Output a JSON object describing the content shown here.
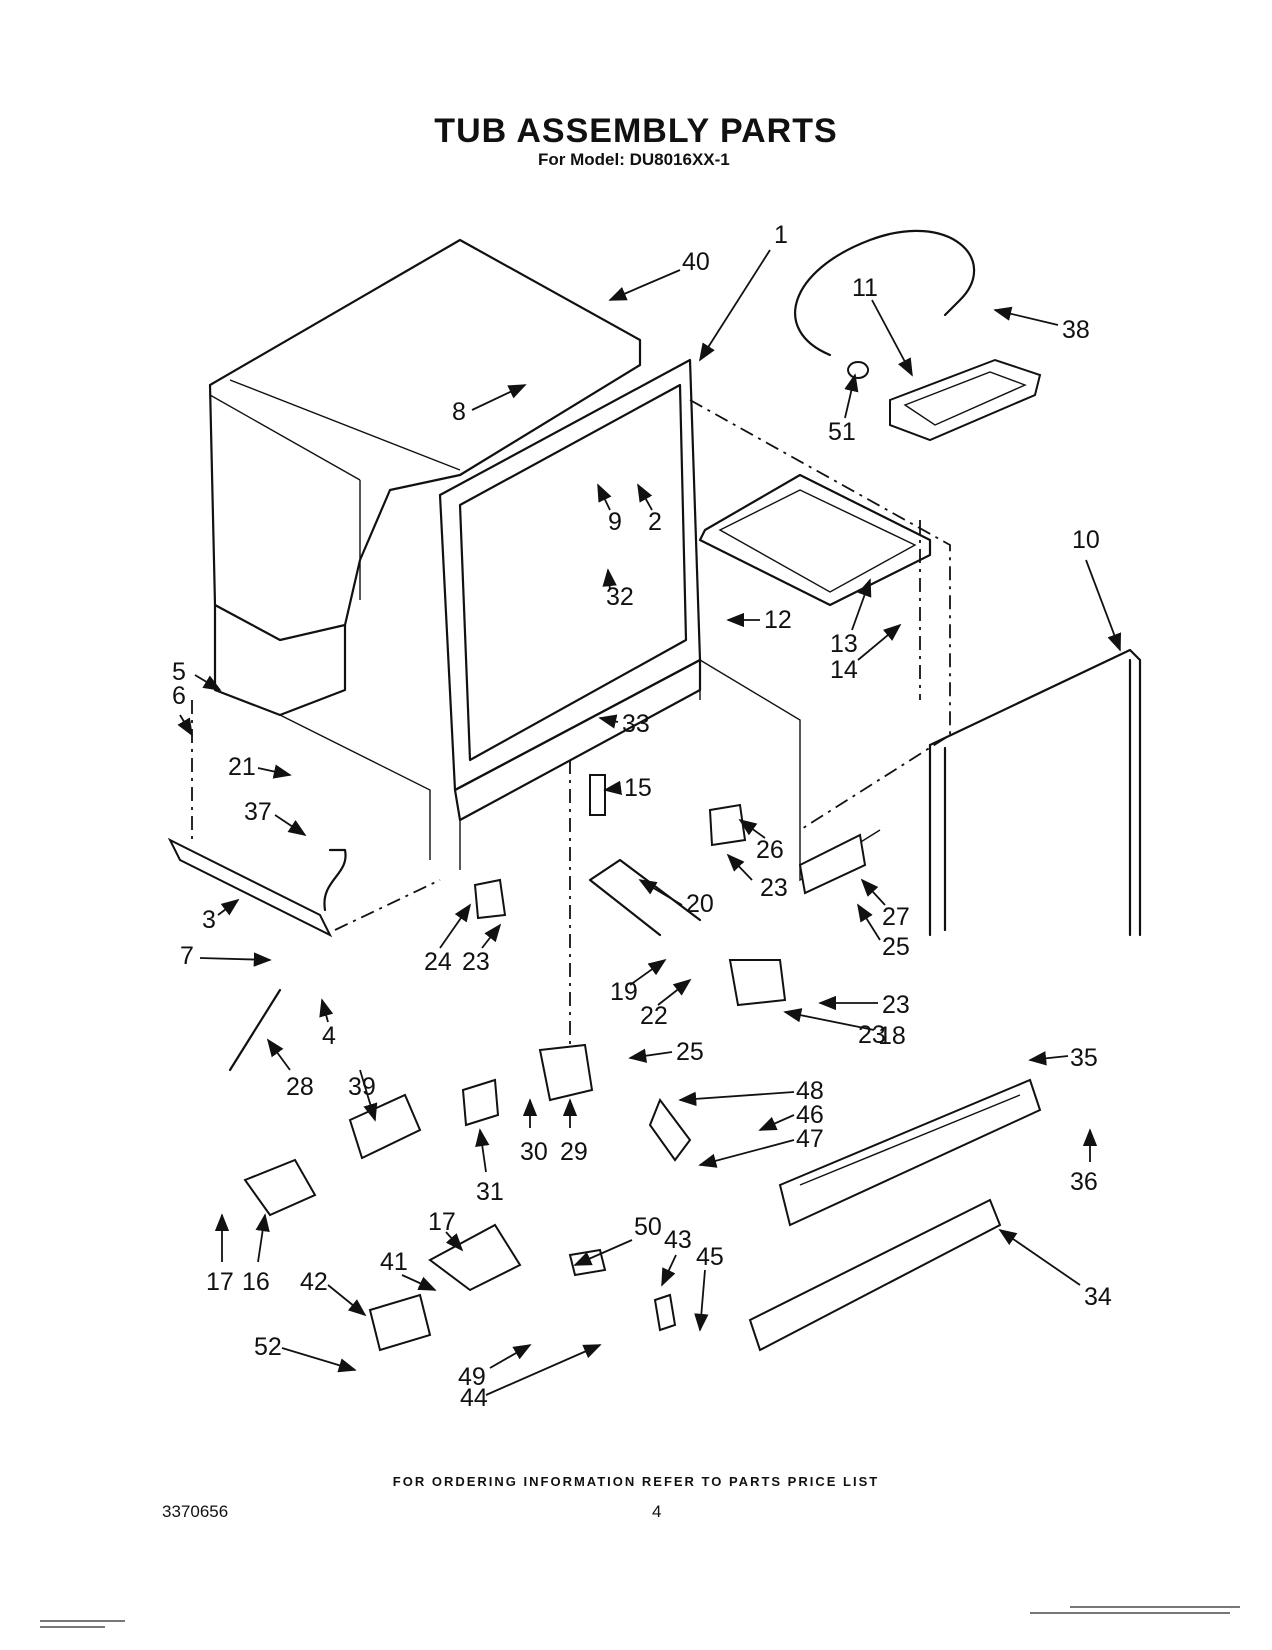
{
  "header": {
    "title": "TUB ASSEMBLY PARTS",
    "subtitle": "For Model: DU8016XX-1"
  },
  "callouts": [
    "1",
    "2",
    "3",
    "4",
    "5",
    "6",
    "7",
    "8",
    "9",
    "10",
    "11",
    "12",
    "13",
    "14",
    "15",
    "16",
    "17",
    "17",
    "18",
    "19",
    "20",
    "21",
    "22",
    "23",
    "23",
    "23",
    "23",
    "24",
    "25",
    "25",
    "26",
    "27",
    "28",
    "29",
    "30",
    "31",
    "32",
    "33",
    "34",
    "35",
    "36",
    "37",
    "38",
    "39",
    "40",
    "41",
    "42",
    "43",
    "44",
    "45",
    "46",
    "47",
    "48",
    "49",
    "50",
    "51",
    "52"
  ],
  "footer": {
    "ordering_note": "FOR ORDERING INFORMATION REFER TO PARTS PRICE LIST",
    "document_number": "3370656",
    "page_number": "4"
  }
}
